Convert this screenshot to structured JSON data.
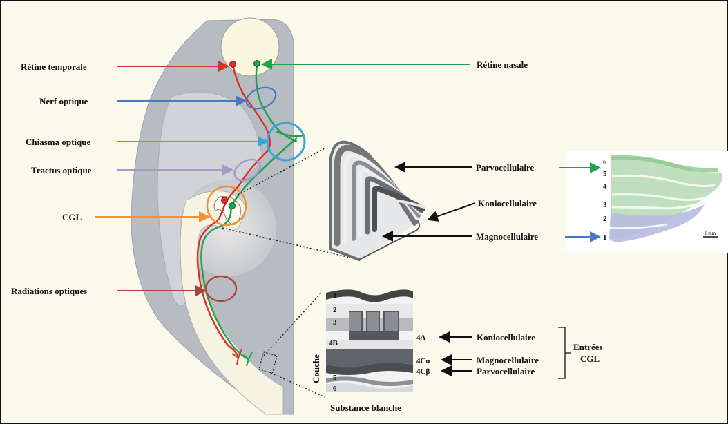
{
  "left_labels": {
    "retine_temporale": "Rétine temporale",
    "nerf_optique": "Nerf optique",
    "chiasma_optique": "Chiasma optique",
    "tractus_optique": "Tractus optique",
    "cgl": "CGL",
    "radiations_optiques": "Radiations optiques"
  },
  "right_labels": {
    "retine_nasale": "Rétine nasale"
  },
  "cgl_layers": {
    "parvo": "Parvocellulaire",
    "konio": "Koniocellulaire",
    "magno": "Magnocellulaire"
  },
  "histology": {
    "layer_numbers": [
      "6",
      "5",
      "4",
      "3",
      "2",
      "1"
    ],
    "scale": "1 mm"
  },
  "cortex": {
    "layer_numbers": [
      "1",
      "2",
      "3",
      "4B",
      "5",
      "6"
    ],
    "couche": "Couche",
    "substance_blanche": "Substance blanche",
    "label_4a": "4A",
    "label_4calpha": "4Cα",
    "label_4cbeta": "4Cβ",
    "input_konio": "Koniocellulaire",
    "input_magno": "Magnocellulaire",
    "input_parvo": "Parvocellulaire",
    "entrees_line1": "Entrées",
    "entrees_line2": "CGL"
  },
  "colors": {
    "red": "#d9322b",
    "green": "#23a24d",
    "blue": "#4a78c0",
    "cyan": "#3aa6d8",
    "lavender": "#a79ac9",
    "orange": "#f0913a",
    "brown": "#a9443b"
  }
}
